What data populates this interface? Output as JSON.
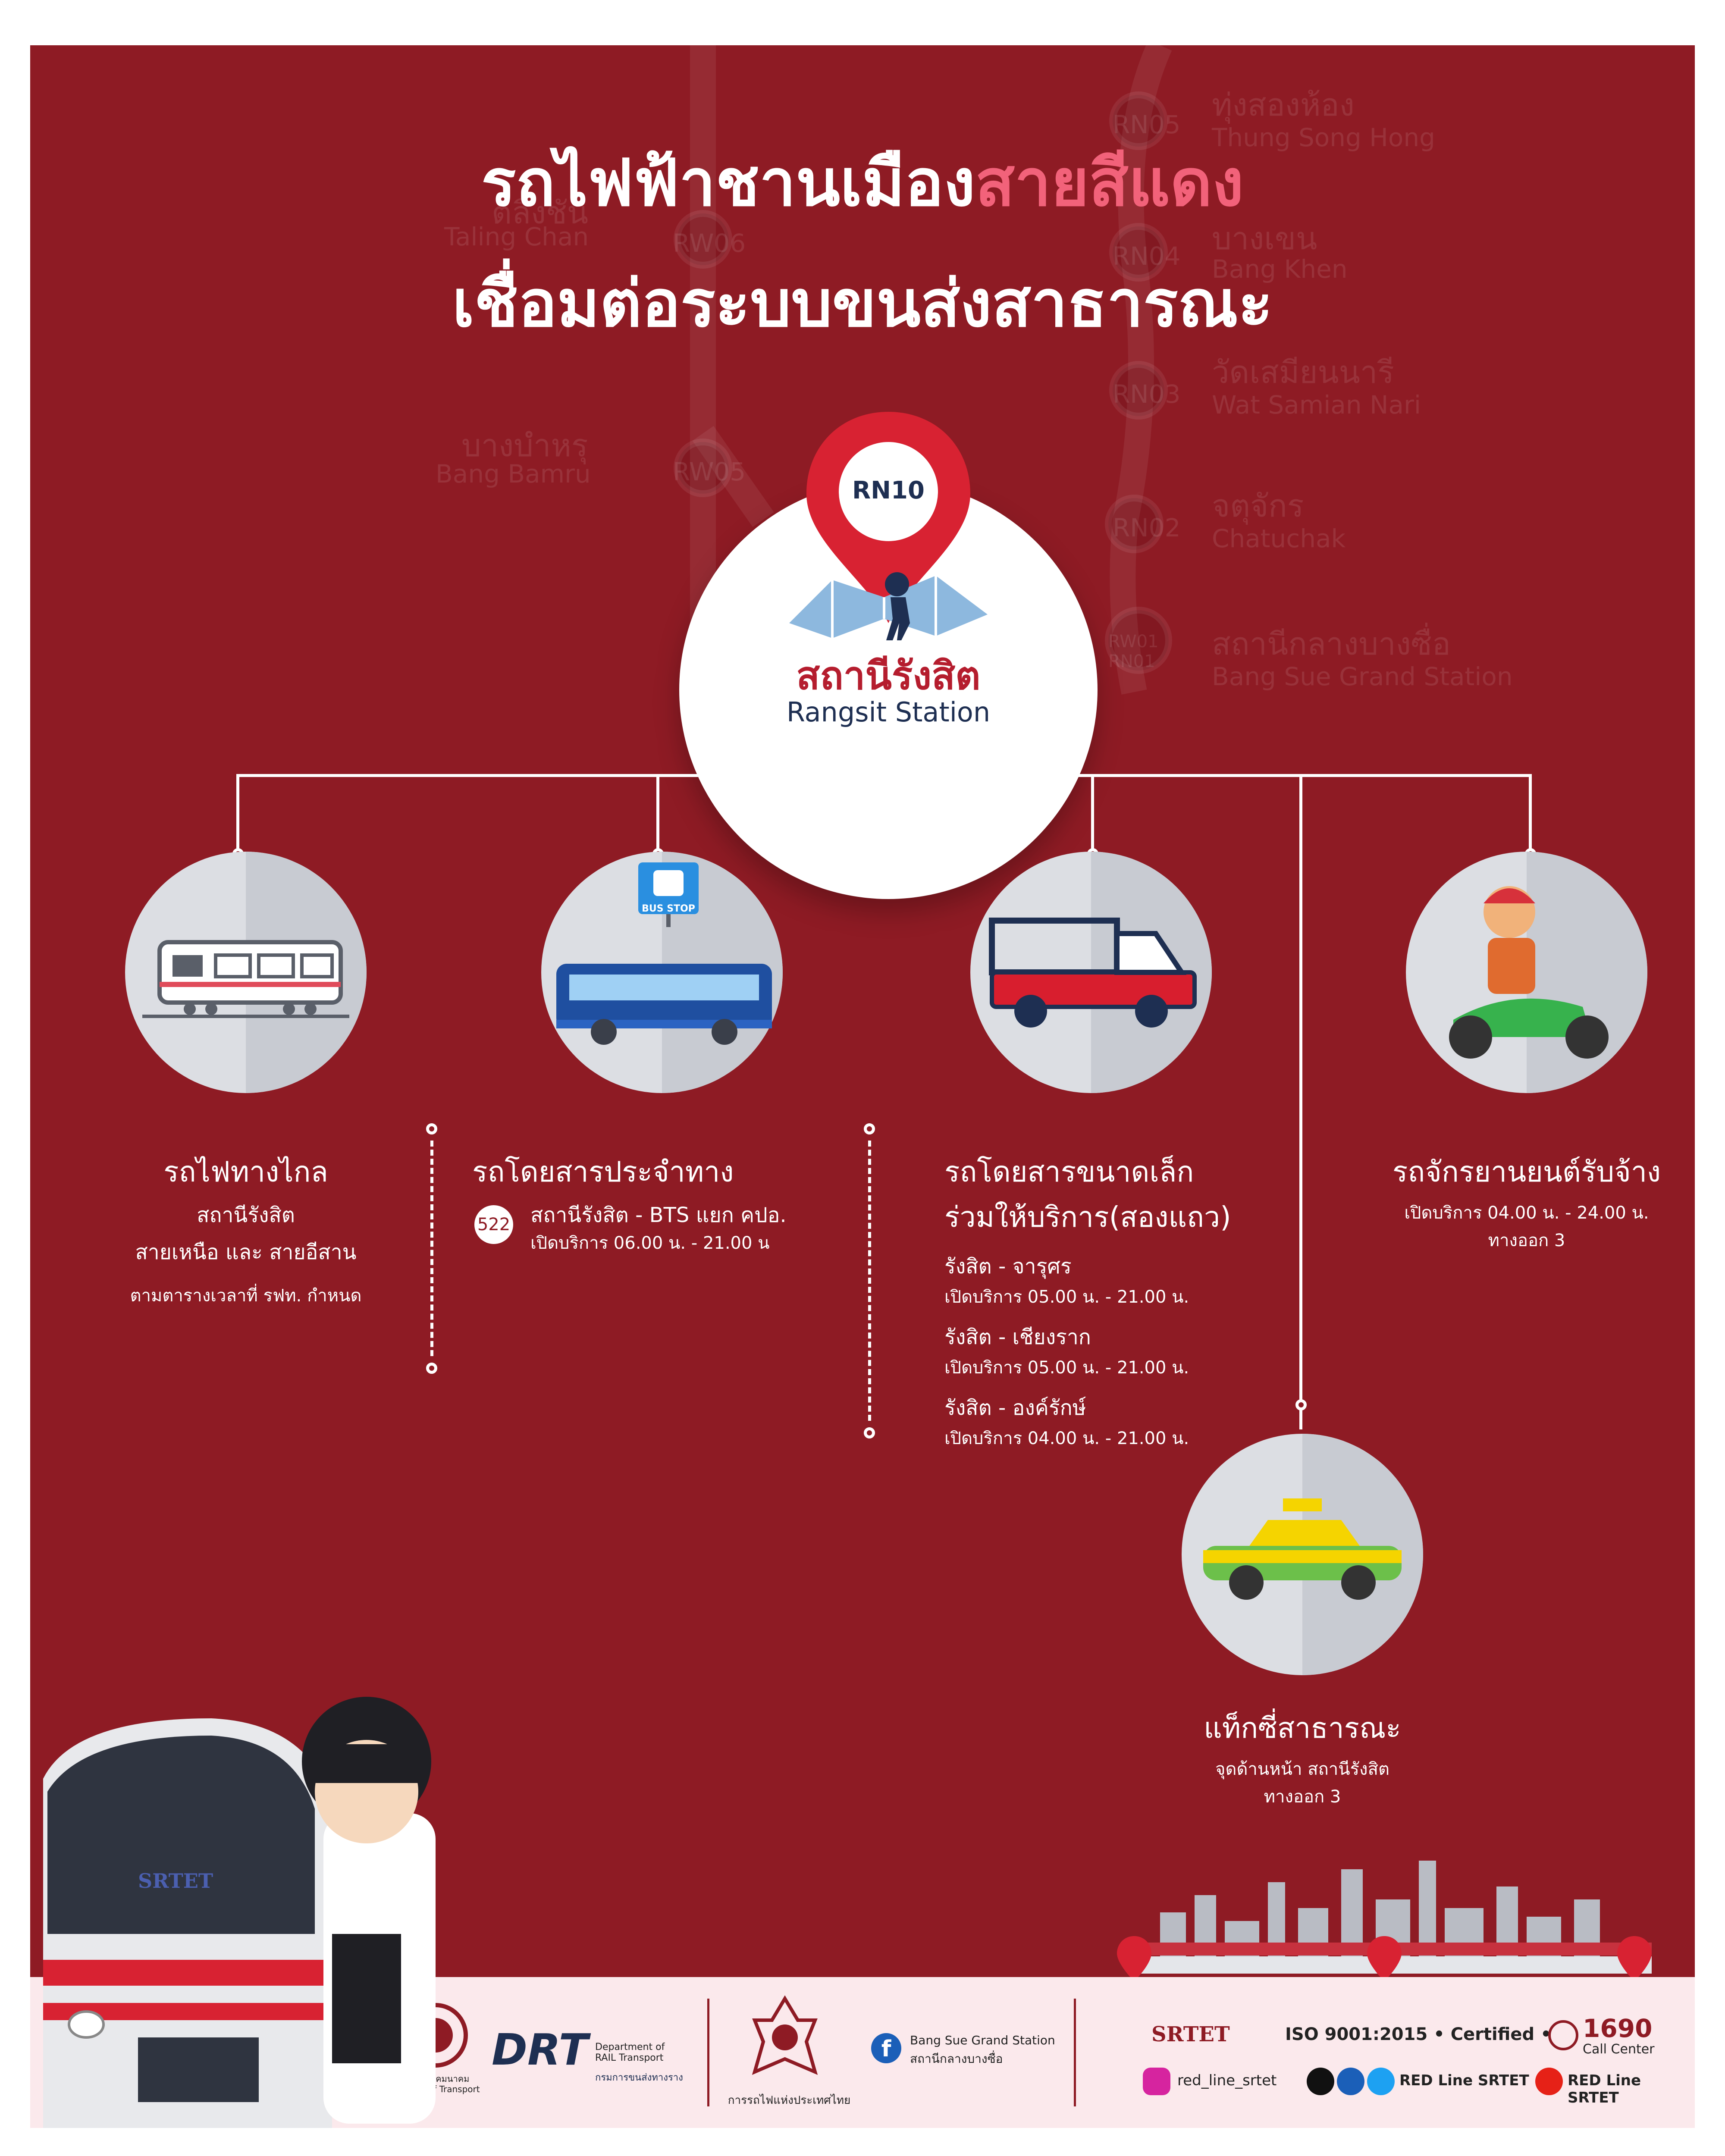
{
  "title": {
    "line1_pre": "รถไฟฟ้าชานเมือง",
    "line1_highlight": "สายสีแดง",
    "line2": "เชื่อมต่อระบบขนส่งสาธารณะ"
  },
  "background_map": {
    "stations": [
      {
        "code": "RW06",
        "th": "ตลิ่งชัน",
        "en": "Taling Chan"
      },
      {
        "code": "RW05",
        "th": "บางบำหรุ",
        "en": "Bang Bamru"
      },
      {
        "code": "RN05",
        "th": "ทุ่งสองห้อง",
        "en": "Thung Song Hong"
      },
      {
        "code": "RN04",
        "th": "บางเขน",
        "en": "Bang Khen"
      },
      {
        "code": "RN03",
        "th": "วัดเสมียนนารี",
        "en": "Wat Samian Nari"
      },
      {
        "code": "RN02",
        "th": "จตุจักร",
        "en": "Chatuchak"
      },
      {
        "code": "RW01 RN01",
        "th": "สถานีกลางบางซื่อ",
        "en": "Bang Sue Grand Station"
      }
    ]
  },
  "station": {
    "code": "RN10",
    "name_th": "สถานีรังสิต",
    "name_en": "Rangsit Station"
  },
  "modes": {
    "long_train": {
      "title": "รถไฟทางไกล",
      "line2": "สถานีรังสิต",
      "line3": "สายเหนือ และ สายอีสาน",
      "note": "ตามตารางเวลาที่ รฟท. กำหนด"
    },
    "bus": {
      "title": "รถโดยสารประจำทาง",
      "stop_sign": "BUS STOP",
      "route_no": "522",
      "route": "สถานีรังสิต - BTS แยก คปอ.",
      "hours": "เปิดบริการ 06.00 น. - 21.00 น"
    },
    "songthaew": {
      "title1": "รถโดยสารขนาดเล็ก",
      "title2": "ร่วมให้บริการ(สองแถว)",
      "routes": [
        {
          "name": "รังสิต - จารุศร",
          "hours": "เปิดบริการ 05.00 น. - 21.00 น."
        },
        {
          "name": "รังสิต - เชียงราก",
          "hours": "เปิดบริการ 05.00 น. - 21.00 น."
        },
        {
          "name": "รังสิต - องค์รักษ์",
          "hours": "เปิดบริการ 04.00 น. - 21.00 น."
        }
      ]
    },
    "motorbike": {
      "title": "รถจักรยานยนต์รับจ้าง",
      "hours": "เปิดบริการ 04.00 น. - 24.00 น.",
      "exit": "ทางออก 3"
    },
    "taxi": {
      "title": "แท็กซี่สาธารณะ",
      "location": "จุดด้านหน้า สถานีรังสิต",
      "exit": "ทางออก 3"
    }
  },
  "footer": {
    "ministry_th": "กระทรวงคมนาคม",
    "ministry_en": "Ministry of Transport",
    "drt_en": "Department of RAIL Transport",
    "drt_th": "กรมการขนส่งทางราง",
    "srt": "การรถไฟแห่งประเทศไทย",
    "fb_station_en": "Bang Sue Grand Station",
    "fb_station_th": "สถานีกลางบางซื่อ",
    "srtet": "SRTET",
    "iso": "ISO 9001:2015 • Certified •",
    "call_number": "1690",
    "call_label": "Call Center",
    "instagram": "red_line_srtet",
    "social1": "RED Line SRTET",
    "social2": "RED Line SRTET"
  },
  "train_logo": "SRTET",
  "colors": {
    "background": "#8e1b24",
    "highlight": "#f2627a",
    "station_red": "#b51d2e",
    "navy": "#1e2f52",
    "footer_bg": "#fbe9ec"
  }
}
